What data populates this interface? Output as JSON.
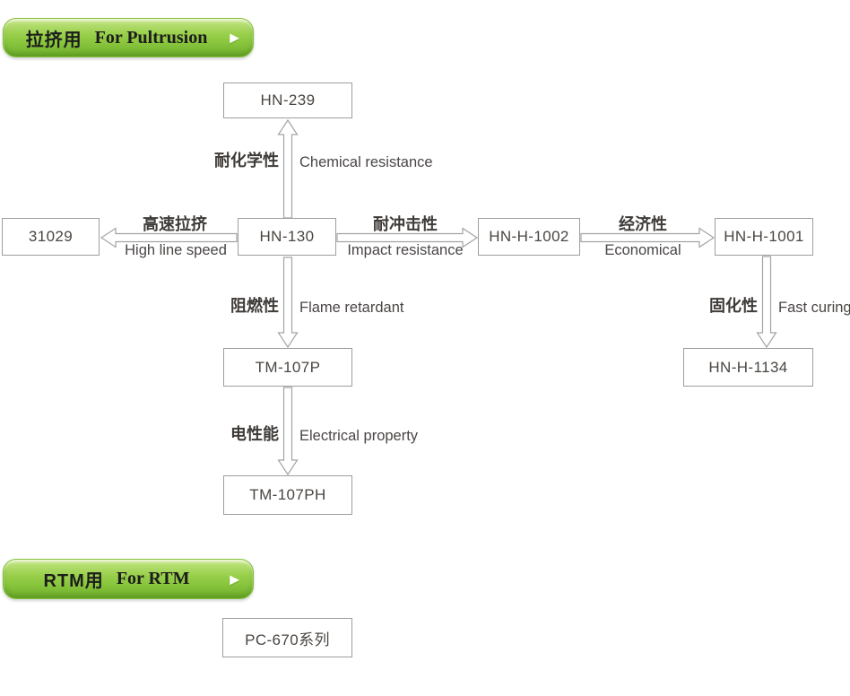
{
  "sections": {
    "pultrusion": {
      "zh": "拉挤用",
      "en": "For Pultrusion"
    },
    "rtm": {
      "zh": "RTM用",
      "en": "For RTM"
    }
  },
  "nodes": {
    "hn239": "HN-239",
    "n31029": "31029",
    "hn130": "HN-130",
    "hnh1002": "HN-H-1002",
    "hnh1001": "HN-H-1001",
    "tm107p": "TM-107P",
    "hnh1134": "HN-H-1134",
    "tm107ph": "TM-107PH",
    "pc670": "PC-670系列"
  },
  "edges": {
    "chemical": {
      "zh": "耐化学性",
      "en": "Chemical resistance"
    },
    "high_line": {
      "zh": "高速拉挤",
      "en": "High line speed"
    },
    "impact": {
      "zh": "耐冲击性",
      "en": "Impact resistance"
    },
    "economical": {
      "zh": "经济性",
      "en": "Economical"
    },
    "flame": {
      "zh": "阻燃性",
      "en": "Flame retardant"
    },
    "electrical": {
      "zh": "电性能",
      "en": "Electrical property"
    },
    "fast_curing": {
      "zh": "固化性",
      "en": "Fast curing"
    }
  },
  "icons": {
    "section_arrow": "▶"
  },
  "colors": {
    "accent_green": "#8cc63f",
    "accent_green_dark": "#6cab2b",
    "box_border": "#9e9e9e",
    "arrow_outline": "#a3a3a3",
    "text": "#4a4541"
  }
}
